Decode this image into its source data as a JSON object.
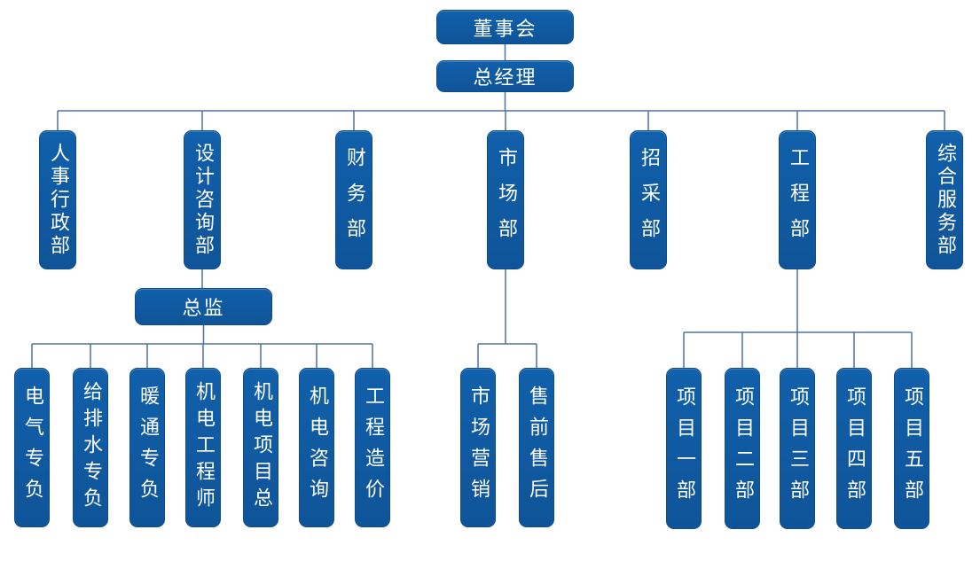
{
  "org_chart": {
    "root": {
      "label": "董事会"
    },
    "general_manager": {
      "label": "总经理"
    },
    "departments": [
      {
        "label": "人事行政部"
      },
      {
        "label": "设计咨询部"
      },
      {
        "label": "财务部"
      },
      {
        "label": "市场部"
      },
      {
        "label": "招采部"
      },
      {
        "label": "工程部"
      },
      {
        "label": "综合服务部"
      }
    ],
    "director": {
      "label": "总监"
    },
    "design_consulting_team": [
      {
        "label": "电气专负"
      },
      {
        "label": "给排水专负"
      },
      {
        "label": "暖通专负"
      },
      {
        "label": "机电工程师"
      },
      {
        "label": "机电项目总"
      },
      {
        "label": "机电咨询"
      },
      {
        "label": "工程造价"
      }
    ],
    "market_team": [
      {
        "label": "市场营销"
      },
      {
        "label": "售前售后"
      }
    ],
    "engineering_team": [
      {
        "label": "项目一部"
      },
      {
        "label": "项目二部"
      },
      {
        "label": "项目三部"
      },
      {
        "label": "项目四部"
      },
      {
        "label": "项目五部"
      }
    ],
    "colors": {
      "box_fill": "#10589D",
      "box_text": "#FFFFFF",
      "connector": "#4E7399",
      "background": "#FFFFFF"
    }
  }
}
